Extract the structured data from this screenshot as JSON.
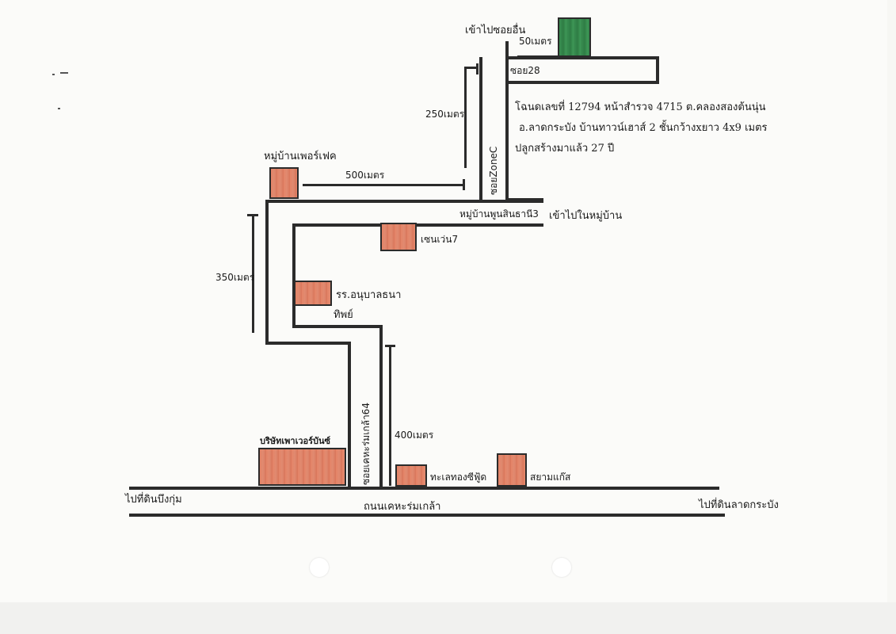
{
  "map": {
    "top_side_road": "เข้าไปซอยอื่น",
    "dist_50": "50เมตร",
    "soi_28": "ซอย28",
    "deed_line_1": "โฉนดเลขที่ 12794 หน้าสำรวจ 4715 ต.คลองสองต้นนุ่น",
    "deed_line_2": "อ.ลาดกระบัง บ้านทาวน์เฮาส์ 2 ชั้นกว้างxยาว 4x9 เมตร",
    "deed_line_3": "ปลูกสร้างมาแล้ว 27 ปี",
    "dist_250": "250เมตร",
    "soi_zone_c": "ซอยZoneC",
    "village_perfect": "หมู่บ้านเพอร์เฟค",
    "dist_500": "500เมตร",
    "village_phoonsin": "หมู่บ้านพูนสินธานี3",
    "into_village": "เข้าไปในหมู่บ้าน",
    "seven_eleven": "เซนเว่น7",
    "dist_350": "350เมตร",
    "school_1": "รร.อนุบาลธนา",
    "school_2": "ทิพย์",
    "soi_164": "ซอยเคหะร่มเกล้า64",
    "dist_400": "400เมตร",
    "company": "บริษัทเพาเวอร์บันซ์",
    "seafood": "ทะเลทองซีฟู้ด",
    "siam_glass": "สยามแก๊ส",
    "to_bueng_kum": "ไปที่ดินบึงกุ่ม",
    "main_road": "ถนนเคหะร่มเกล้า",
    "to_lat_krabang": "ไปที่ดินลาดกระบัง",
    "colors": {
      "road": "#2b2b2b",
      "building": "#e08a70",
      "target_house": "#2f7d45"
    }
  }
}
